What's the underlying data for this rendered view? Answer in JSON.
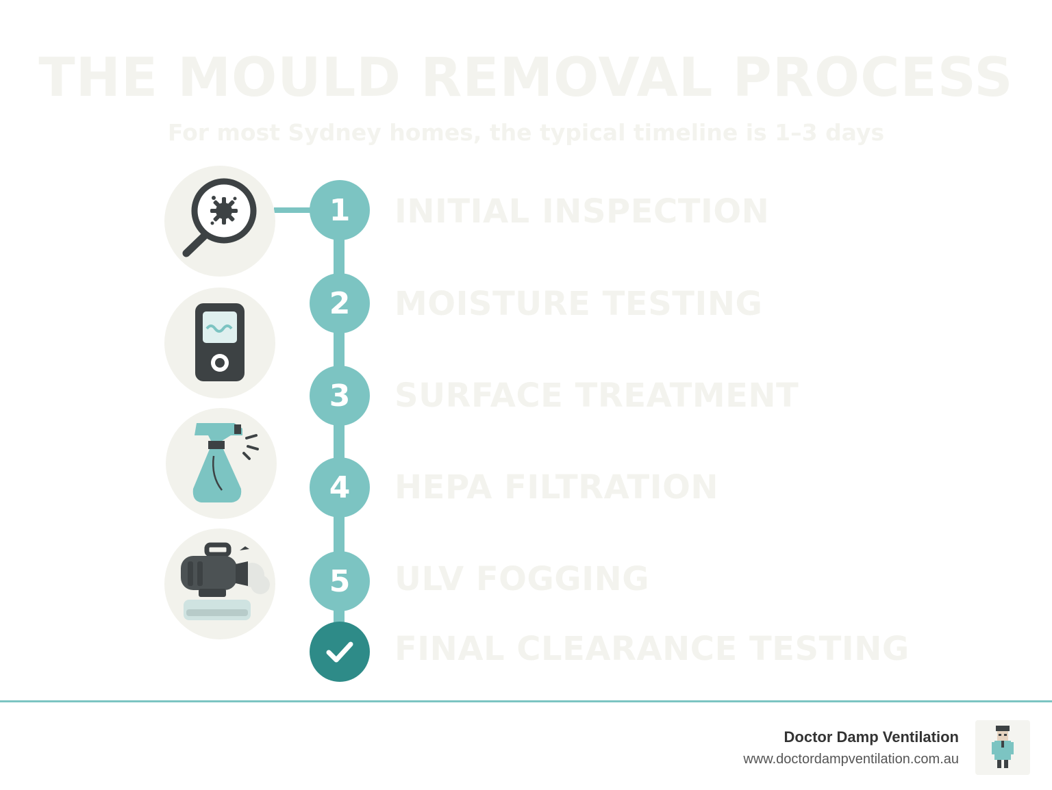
{
  "header": {
    "title": "THE MOULD REMOVAL PROCESS",
    "subtitle": "For most Sydney homes, the typical timeline is 1–3 days"
  },
  "steps": [
    {
      "marker": "1",
      "label": "INITIAL INSPECTION",
      "icon": "magnifier-mould-icon"
    },
    {
      "marker": "2",
      "label": "MOISTURE TESTING",
      "icon": "moisture-meter-icon"
    },
    {
      "marker": "3",
      "label": "SURFACE TREATMENT",
      "icon": "spray-bottle-icon"
    },
    {
      "marker": "4",
      "label": "HEPA FILTRATION",
      "icon": ""
    },
    {
      "marker": "5",
      "label": "ULV FOGGING",
      "icon": "fogging-machine-icon"
    },
    {
      "marker": "",
      "label": "FINAL CLEARANCE TESTING",
      "icon": "checkmark-icon"
    }
  ],
  "footer": {
    "brand": "Doctor Damp Ventilation",
    "url": "www.doctordampventilation.com.au",
    "logo_icon": "doctor-figure-logo"
  },
  "colors": {
    "accent": "#7cc4c2",
    "accent_dark": "#2e8b88",
    "icon_bg": "#f2f2ec",
    "icon_dark": "#3d4244",
    "faded_text": "#f3f3ee",
    "footer_line": "#7cc4c2"
  }
}
